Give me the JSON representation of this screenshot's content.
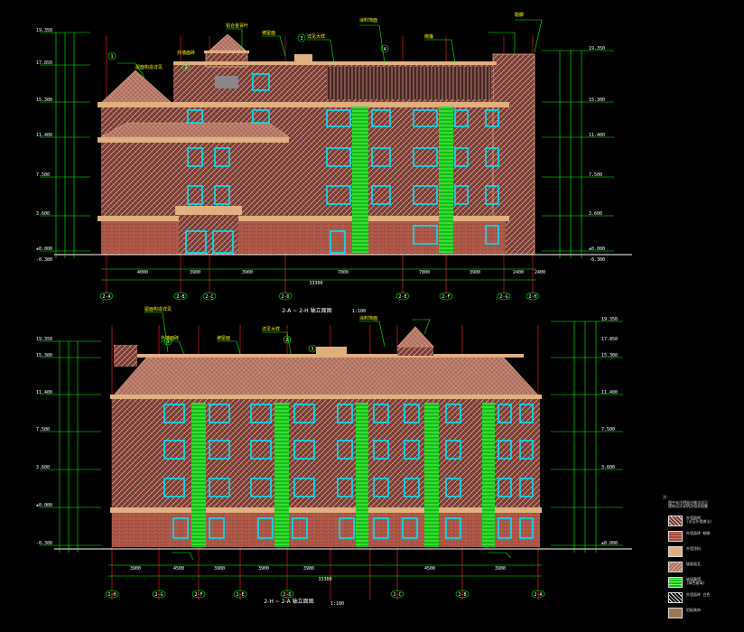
{
  "colors": {
    "background": "#000000",
    "wall": "#9a4a3a",
    "wall_hatch": "#ffffff",
    "trim": "#e0b080",
    "roof": "#c48a6a",
    "window": "#00e5ff",
    "stair_glass": "#10e010",
    "dim_line": "#00ff00",
    "grid_line": "#ff2020",
    "annotation": "#ffff00"
  },
  "upper_elevation": {
    "title": "2-A ~ 2-H 轴立面图",
    "scale": "1:100",
    "level_labels_left": [
      "19.350",
      "17.850",
      "15.300",
      "11.400",
      "7.500",
      "3.600",
      "±0.000",
      "-0.300"
    ],
    "level_labels_right": [
      "19.350",
      "15.300",
      "11.400",
      "7.500",
      "3.600",
      "±0.000",
      "-0.300"
    ],
    "axis_labels": [
      "2-A",
      "2-B",
      "2-C",
      "2-D",
      "2-E",
      "2-F",
      "2-G",
      "2-H"
    ],
    "dim_labels": [
      "4000",
      "3900",
      "3900",
      "7800",
      "7800",
      "3900",
      "2400",
      "2400"
    ],
    "total_dim": "33300",
    "callouts": [
      "1",
      "2",
      "3",
      "4"
    ],
    "note_texts": [
      "屋面构造详见",
      "外墙面砖",
      "铝合金百叶",
      "坡屋面",
      "详见大样",
      "涂料饰面",
      "雨篷",
      "勒脚"
    ]
  },
  "lower_elevation": {
    "title": "2-H ~ 2-A 轴立面图",
    "scale": "1:100",
    "level_labels_left": [
      "19.350",
      "15.300",
      "11.400",
      "7.500",
      "3.600",
      "±0.000",
      "-0.300"
    ],
    "level_labels_right": [
      "19.350",
      "17.850",
      "15.300",
      "11.400",
      "7.500",
      "3.600",
      "±0.000"
    ],
    "axis_labels": [
      "2-H",
      "2-G",
      "2-F",
      "2-E",
      "2-D",
      "2-C",
      "2-B",
      "2-A"
    ],
    "dim_labels": [
      "3900",
      "4500",
      "3900",
      "3900",
      "3900",
      "4500",
      "3900"
    ],
    "total_dim": "33300",
    "callouts": [
      "1",
      "2",
      "3"
    ],
    "note_texts": [
      "屋面构造详见",
      "外墙面砖",
      "坡屋面",
      "详见大样",
      "涂料饰面"
    ]
  },
  "legend": {
    "heading": "注：",
    "intro": "图中未注明部分做法详见\n建筑设计说明及相关图集",
    "items": [
      {
        "icon": "brick-hatch-swatch",
        "label": "外墙面砖\n(详见外墙做法)"
      },
      {
        "icon": "brick-red-swatch",
        "label": "外墙面砖 勒脚"
      },
      {
        "icon": "beige-paint-swatch",
        "label": "外墙涂料"
      },
      {
        "icon": "roof-tile-swatch",
        "label": "坡屋面瓦"
      },
      {
        "icon": "glass-swatch",
        "label": "玻璃幕墙\n(绿色玻璃)"
      },
      {
        "icon": "tile-hatch-swatch",
        "label": "外墙面砖 白色"
      },
      {
        "icon": "tan-panel-swatch",
        "label": "铝板装饰"
      }
    ]
  }
}
